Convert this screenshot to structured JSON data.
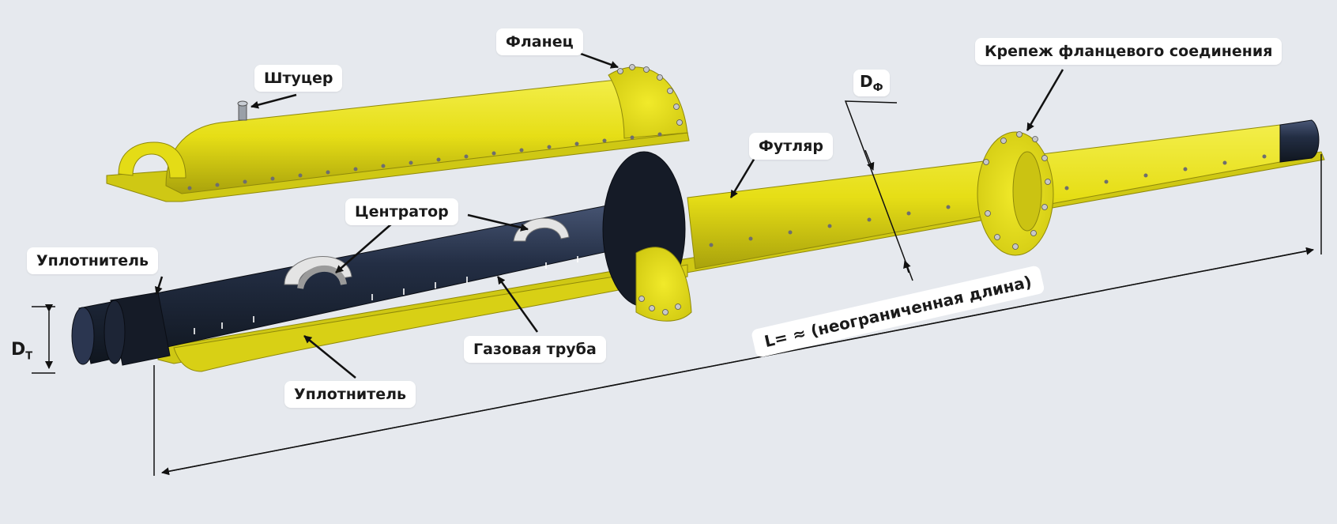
{
  "labels": {
    "flange": "Фланец",
    "fitting": "Штуцер",
    "flange_fasteners": "Крепеж фланцевого соединения",
    "casing": "Футляр",
    "centralizer": "Центратор",
    "seal_left": "Уплотнитель",
    "seal_bottom": "Уплотнитель",
    "gas_pipe": "Газовая труба"
  },
  "dimensions": {
    "pipe_diameter_main": "D",
    "pipe_diameter_sub": "Т",
    "casing_diameter_main": "D",
    "casing_diameter_sub": "Ф",
    "length": "L= ≈ (неограниченная длина)"
  },
  "colors": {
    "yellow": "#e9e21a",
    "yellow_shade": "#b9b30f",
    "pipe": "#1f2a3d",
    "pipe_light": "#3a4865",
    "background": "#e6e9ee"
  }
}
